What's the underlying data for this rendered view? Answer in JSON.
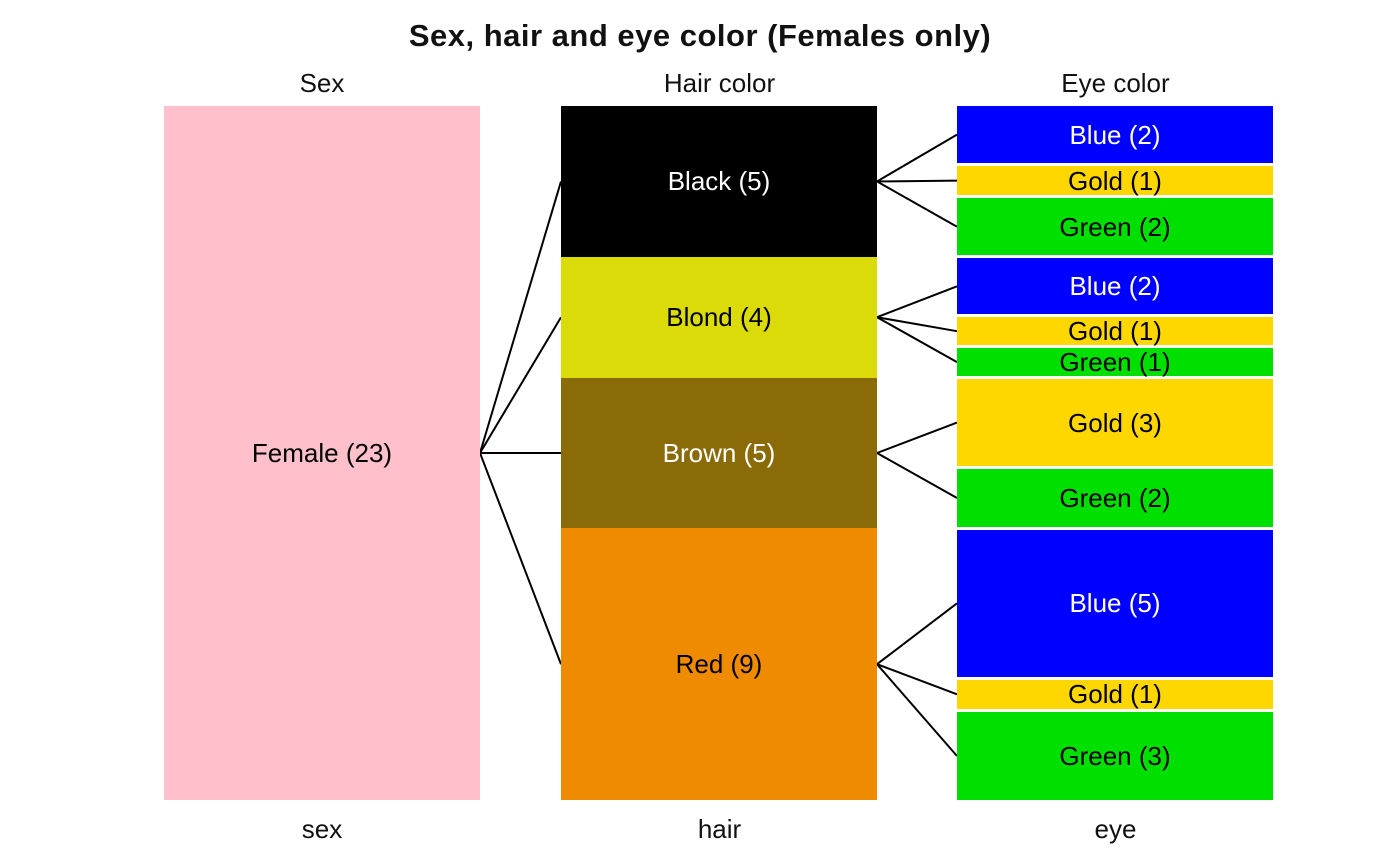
{
  "title": "Sex, hair and eye color (Females only)",
  "colors": {
    "background": "#FFFFFF",
    "line": "#000000",
    "sex_female": "#FFC0CB",
    "hair_black": "#000000",
    "hair_blond": "#DBDB0A",
    "hair_brown": "#8B6A08",
    "hair_red": "#EE8B00",
    "eye_blue": "#0000FF",
    "eye_gold": "#FFD700",
    "eye_green": "#00E000"
  },
  "chart_data": {
    "type": "parallel-sets",
    "title": "Sex, hair and eye color (Females only)",
    "total": 23,
    "label_format": "{label} ({count})",
    "axes": [
      {
        "id": "sex",
        "header": "Sex",
        "axis_label": "sex",
        "nodes": [
          {
            "label": "Female",
            "count": 23,
            "fill": "#FFC0CB",
            "text_color": "#000000"
          }
        ]
      },
      {
        "id": "hair",
        "header": "Hair color",
        "axis_label": "hair",
        "nodes": [
          {
            "label": "Black",
            "count": 5,
            "fill": "#000000",
            "text_color": "#FFFFFF"
          },
          {
            "label": "Blond",
            "count": 4,
            "fill": "#DBDB0A",
            "text_color": "#000000"
          },
          {
            "label": "Brown",
            "count": 5,
            "fill": "#8B6A08",
            "text_color": "#FFFFFF"
          },
          {
            "label": "Red",
            "count": 9,
            "fill": "#EE8B00",
            "text_color": "#000000"
          }
        ]
      },
      {
        "id": "eye",
        "header": "Eye color",
        "axis_label": "eye",
        "groups": [
          {
            "parent": "Black",
            "nodes": [
              {
                "label": "Blue",
                "count": 2,
                "fill": "#0000FF",
                "text_color": "#FFFFFF"
              },
              {
                "label": "Gold",
                "count": 1,
                "fill": "#FFD700",
                "text_color": "#000000"
              },
              {
                "label": "Green",
                "count": 2,
                "fill": "#00E000",
                "text_color": "#000000"
              }
            ]
          },
          {
            "parent": "Blond",
            "nodes": [
              {
                "label": "Blue",
                "count": 2,
                "fill": "#0000FF",
                "text_color": "#FFFFFF"
              },
              {
                "label": "Gold",
                "count": 1,
                "fill": "#FFD700",
                "text_color": "#000000"
              },
              {
                "label": "Green",
                "count": 1,
                "fill": "#00E000",
                "text_color": "#000000"
              }
            ]
          },
          {
            "parent": "Brown",
            "nodes": [
              {
                "label": "Gold",
                "count": 3,
                "fill": "#FFD700",
                "text_color": "#000000"
              },
              {
                "label": "Green",
                "count": 2,
                "fill": "#00E000",
                "text_color": "#000000"
              }
            ]
          },
          {
            "parent": "Red",
            "nodes": [
              {
                "label": "Blue",
                "count": 5,
                "fill": "#0000FF",
                "text_color": "#FFFFFF"
              },
              {
                "label": "Gold",
                "count": 1,
                "fill": "#FFD700",
                "text_color": "#000000"
              },
              {
                "label": "Green",
                "count": 3,
                "fill": "#00E000",
                "text_color": "#000000"
              }
            ]
          }
        ]
      }
    ]
  }
}
